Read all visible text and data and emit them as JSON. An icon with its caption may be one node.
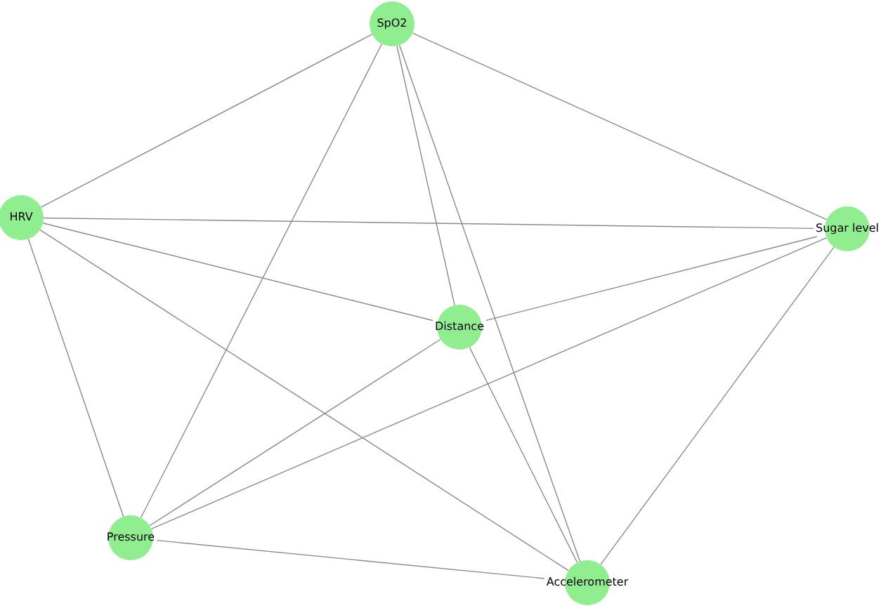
{
  "diagram": {
    "nodes": [
      {
        "text": [
          "SpO2"
        ]
      },
      {
        "text": [
          "HRV"
        ]
      },
      {
        "text": [
          "Sugar level"
        ]
      },
      {
        "text": [
          "Distance"
        ]
      },
      {
        "text": [
          "Pressure"
        ]
      },
      {
        "text": [
          "Accelerometer"
        ]
      }
    ],
    "edges": [
      {
        "from": 0,
        "to": 1,
        "arrow": "none"
      },
      {
        "from": 0,
        "to": 2,
        "arrow": "none"
      },
      {
        "from": 0,
        "to": 3,
        "arrow": "none"
      },
      {
        "from": 0,
        "to": 4,
        "arrow": "none"
      },
      {
        "from": 0,
        "to": 5,
        "arrow": "none"
      },
      {
        "from": 1,
        "to": 2,
        "arrow": "none"
      },
      {
        "from": 1,
        "to": 3,
        "arrow": "none"
      },
      {
        "from": 1,
        "to": 4,
        "arrow": "none"
      },
      {
        "from": 1,
        "to": 5,
        "arrow": "none"
      },
      {
        "from": 2,
        "to": 3,
        "arrow": "none"
      },
      {
        "from": 2,
        "to": 4,
        "arrow": "none"
      },
      {
        "from": 2,
        "to": 5,
        "arrow": "none"
      },
      {
        "from": 3,
        "to": 4,
        "arrow": "none"
      },
      {
        "from": 3,
        "to": 5,
        "arrow": "none"
      },
      {
        "from": 4,
        "to": 5,
        "arrow": "none"
      }
    ]
  }
}
